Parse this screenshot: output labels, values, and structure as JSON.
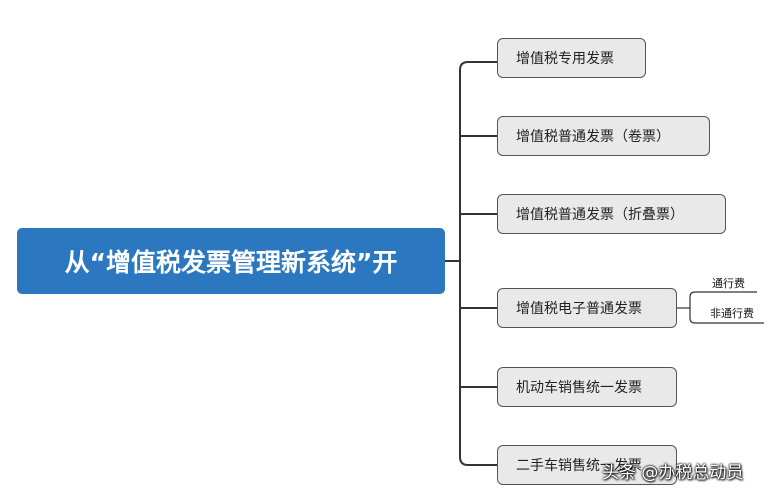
{
  "root": {
    "label": "从“增值税发票管理新系统”开"
  },
  "branches": [
    {
      "label": "增值税专用发票"
    },
    {
      "label": "增值税普通发票（卷票）"
    },
    {
      "label": "增值税普通发票（折叠票）"
    },
    {
      "label": "增值税电子普通发票",
      "sub": [
        "通行费",
        "非通行费"
      ]
    },
    {
      "label": "机动车销售统一发票"
    },
    {
      "label": "二手车销售统一发票"
    }
  ],
  "watermark": "头条 @办税总动员",
  "colors": {
    "root_fill": "#2b78c0",
    "node_fill": "#e9e9e9",
    "line": "#333333"
  }
}
